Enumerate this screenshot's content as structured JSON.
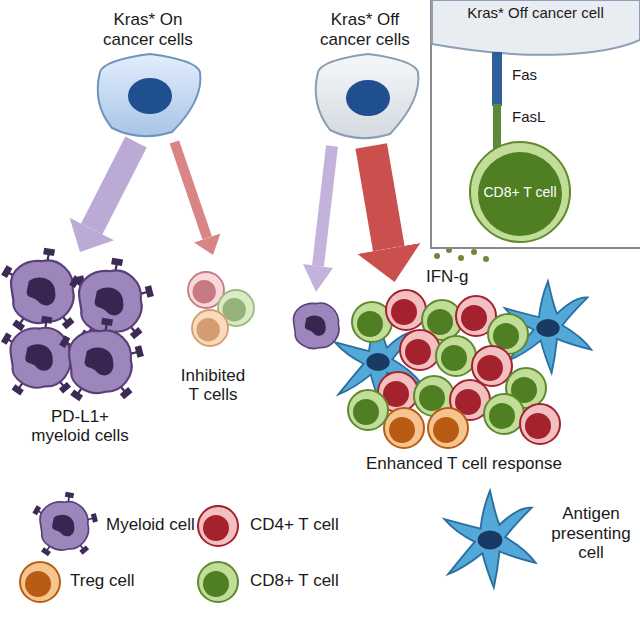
{
  "diagram": {
    "nodes": [
      {
        "text": [
          "Kras* On cancer cells"
        ]
      },
      {
        "text": [
          "Kras* Off cancer cells"
        ]
      },
      {
        "text": [
          "PD-L1+ myeloid cells"
        ]
      },
      {
        "text": [
          "Inhibited T cells"
        ]
      },
      {
        "text": [
          "Enhanced T cell response"
        ]
      },
      {
        "text": [
          "Kras* Off cancer cell"
        ]
      },
      {
        "text": [
          "CD8+ T cell"
        ]
      }
    ],
    "edges": [
      {
        "from": 0,
        "to": 2,
        "arrow": "to"
      },
      {
        "from": 0,
        "to": 3,
        "arrow": "to"
      },
      {
        "from": 1,
        "to": 4,
        "arrow": "to"
      }
    ],
    "labels": [
      "IFN-g",
      "Fas",
      "FasL"
    ],
    "legend": [
      {
        "text": "Myeloid cell"
      },
      {
        "text": "CD4+ T cell"
      },
      {
        "text": "Antigen presenting cell"
      },
      {
        "text": "Treg cell"
      },
      {
        "text": "CD8+ T cell"
      }
    ]
  }
}
